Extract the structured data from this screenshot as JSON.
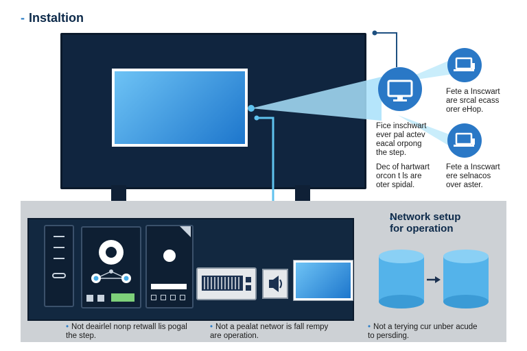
{
  "title": "Instaltion",
  "notes": {
    "top_right": "Fete a Inscwart\nare srcal ecass\norer eHop.",
    "middle_left": "Fice inschwart\never pal actev\neacal orpong\nthe step.",
    "middle_right": "Fete a Inscwart\nere selnacos\nover aster.",
    "lower_left": "Dec of hartwart\norcon t ls are\noter spidal."
  },
  "network": {
    "title": "Network setup\nfor operation"
  },
  "captions": [
    "Not deairlel nonp retwall lis pogal\nthe step.",
    "Not a pealat networ is fall rempy\nare operation.",
    "Not a terying cur unber acude\nto persding."
  ],
  "colors": {
    "accent": "#2f7fc7",
    "monitor_dark": "#10253f",
    "beam": "#7fd3f7",
    "disk": "#54b3ea"
  }
}
